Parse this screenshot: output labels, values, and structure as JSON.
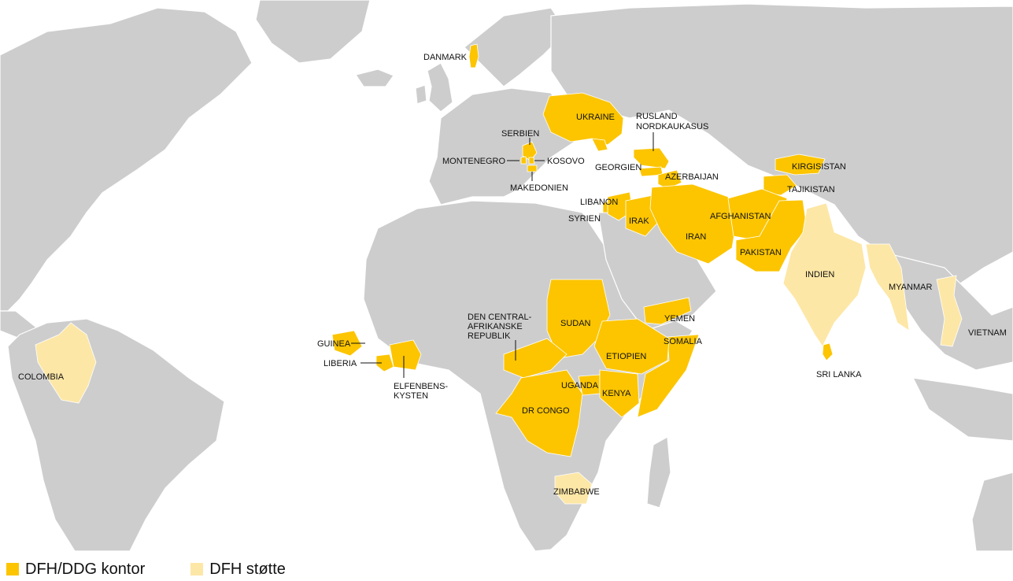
{
  "colors": {
    "office": "#fcc500",
    "support": "#fde7a6",
    "land": "#cdcdcd",
    "water": "#ffffff"
  },
  "legend": {
    "office_label": "DFH/DDG kontor",
    "support_label": "DFH støtte"
  },
  "countries": {
    "danmark": {
      "label": "DANMARK",
      "status": "office"
    },
    "ukraine": {
      "label": "UKRAINE",
      "status": "office"
    },
    "rusland": {
      "label": "RUSLAND",
      "status": "office"
    },
    "nordkaukasus": {
      "label": "NORDKAUKASUS",
      "status": "office"
    },
    "serbien": {
      "label": "SERBIEN",
      "status": "office"
    },
    "montenegro": {
      "label": "MONTENEGRO",
      "status": "office"
    },
    "kosovo": {
      "label": "KOSOVO",
      "status": "office"
    },
    "makedonien": {
      "label": "MAKEDONIEN",
      "status": "office"
    },
    "georgien": {
      "label": "GEORGIEN",
      "status": "office"
    },
    "azerbaijan": {
      "label": "AZERBAIJAN",
      "status": "office"
    },
    "kirgisistan": {
      "label": "KIRGISISTAN",
      "status": "office"
    },
    "tajikistan": {
      "label": "TAJIKISTAN",
      "status": "office"
    },
    "libanon": {
      "label": "LIBANON",
      "status": "office"
    },
    "syrien": {
      "label": "SYRIEN",
      "status": "office"
    },
    "irak": {
      "label": "IRAK",
      "status": "office"
    },
    "iran": {
      "label": "IRAN",
      "status": "office"
    },
    "afghanistan": {
      "label": "AFGHANISTAN",
      "status": "office"
    },
    "pakistan": {
      "label": "PAKISTAN",
      "status": "office"
    },
    "indien": {
      "label": "INDIEN",
      "status": "support"
    },
    "myanmar": {
      "label": "MYANMAR",
      "status": "support"
    },
    "vietnam": {
      "label": "VIETNAM",
      "status": "support"
    },
    "sri_lanka": {
      "label": "SRI LANKA",
      "status": "office"
    },
    "yemen": {
      "label": "YEMEN",
      "status": "office"
    },
    "somalia": {
      "label": "SOMALIA",
      "status": "office"
    },
    "sudan": {
      "label": "SUDAN",
      "status": "office"
    },
    "etiopien": {
      "label": "ETIOPIEN",
      "status": "office"
    },
    "car_line1": {
      "label": "DEN CENTRAL-",
      "status": "office"
    },
    "car_line2": {
      "label": "AFRIKANSKE",
      "status": "office"
    },
    "car_line3": {
      "label": "REPUBLIK",
      "status": "office"
    },
    "uganda": {
      "label": "UGANDA",
      "status": "office"
    },
    "kenya": {
      "label": "KENYA",
      "status": "office"
    },
    "dr_congo": {
      "label": "DR CONGO",
      "status": "office"
    },
    "zimbabwe": {
      "label": "ZIMBABWE",
      "status": "support"
    },
    "guinea": {
      "label": "GUINEA",
      "status": "office"
    },
    "liberia": {
      "label": "LIBERIA",
      "status": "office"
    },
    "elfenbens_line1": {
      "label": "ELFENBENS-",
      "status": "office"
    },
    "elfenbens_line2": {
      "label": "KYSTEN",
      "status": "office"
    },
    "colombia": {
      "label": "COLOMBIA",
      "status": "support"
    }
  }
}
